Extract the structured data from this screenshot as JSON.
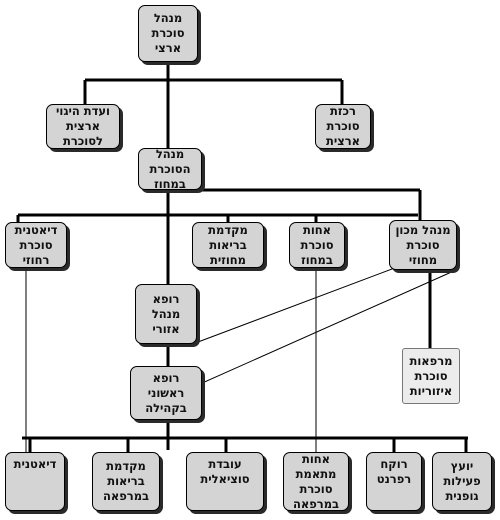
{
  "nodes": {
    "national_manager": [
      "מנהל",
      "סוכרת",
      "ארצי"
    ],
    "national_committee": [
      "ועדת היגוי",
      "ארצית",
      "לסוכרת"
    ],
    "national_coordinator": [
      "רכזת",
      "סוכרת",
      "ארצית"
    ],
    "district_manager": [
      "מנהל",
      "הסוכרת",
      "במחוז"
    ],
    "district_institute_manager": [
      "מנהל מכון",
      "סוכרת",
      "מחוזי"
    ],
    "district_nurse": [
      "אחות",
      "סוכרת",
      "במחוז"
    ],
    "district_health_promoter": [
      "מקדמת",
      "בריאות",
      "מחוזית"
    ],
    "district_dietitian": [
      "דיאטנית",
      "סוכרת",
      "רחוזי"
    ],
    "regional_physician": [
      "רופא",
      "מנהל",
      "אזורי"
    ],
    "regional_clinics": [
      "מרפאות",
      "סוכרת",
      "איזוריות"
    ],
    "primary_physician": [
      "רופא",
      "ראשוני",
      "בקהילה"
    ],
    "clinic_dietitian": [
      "דיאטנית"
    ],
    "clinic_health_promoter": [
      "מקדמת",
      "בריאות",
      "במרפאה"
    ],
    "social_worker": [
      "עובדת",
      "סוציאלית"
    ],
    "coordinating_nurse": [
      "אחות",
      "מתאמת",
      "סוכרת",
      "במרפאה"
    ],
    "pharmacist": [
      "רוקח",
      "רפרנט"
    ],
    "activity_advisor": [
      "יועץ",
      "פעילות",
      "גופנית"
    ]
  }
}
